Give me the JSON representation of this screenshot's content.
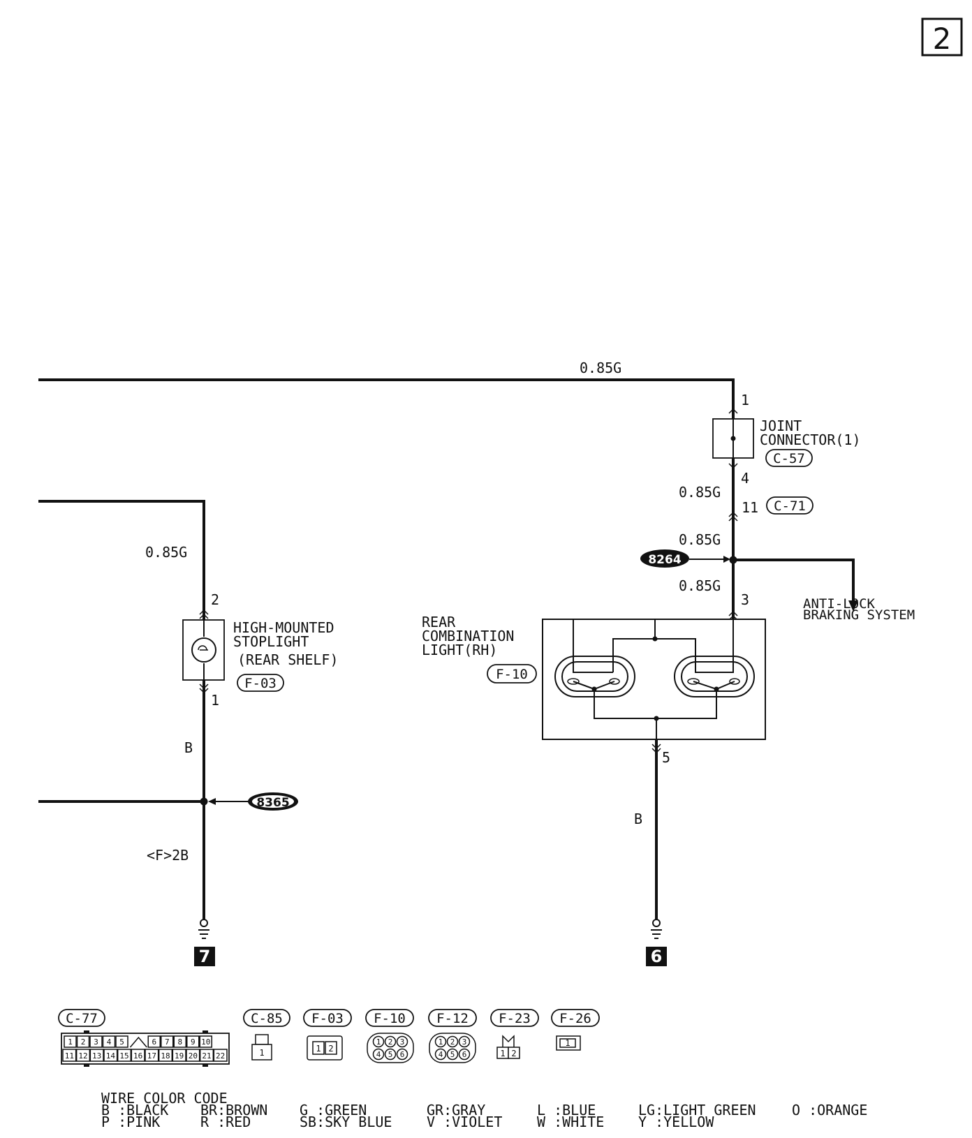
{
  "page_number": "2",
  "wires": {
    "top_main": "0.85G",
    "joint_out": "0.85G",
    "c71_out": "0.85G",
    "to_combination": "0.85G",
    "stoplight_feed": "0.85G",
    "stoplight_ground": "B",
    "ground_7_wire": "<F>2B",
    "combination_ground": "B"
  },
  "pins": {
    "joint_in": "1",
    "joint_out": "4",
    "c71": "11",
    "combination_in": "3",
    "combination_out": "5",
    "stoplight_in": "2",
    "stoplight_out": "1"
  },
  "components": {
    "joint_connector": {
      "line1": "JOINT",
      "line2": "CONNECTOR(1)",
      "code": "C-57"
    },
    "connector_c71": {
      "code": "C-71"
    },
    "stoplight": {
      "line1": "HIGH-MOUNTED",
      "line2": "STOPLIGHT",
      "line3": "(REAR SHELF)",
      "code": "F-03"
    },
    "combination_light": {
      "line1": "REAR",
      "line2": "COMBINATION",
      "line3": "LIGHT(RH)",
      "code": "F-10"
    },
    "abs": {
      "line1": "ANTI-LOCK",
      "line2": "BRAKING SYSTEM"
    }
  },
  "splices": {
    "upper": "8264",
    "lower": "8365"
  },
  "grounds": {
    "left": "7",
    "right": "6"
  },
  "connector_views": [
    {
      "code": "C-77",
      "pins_top": [
        "1",
        "2",
        "3",
        "4",
        "5",
        "6",
        "7",
        "8",
        "9",
        "10"
      ],
      "pins_bottom": [
        "11",
        "12",
        "13",
        "14",
        "15",
        "16",
        "17",
        "18",
        "19",
        "20",
        "21",
        "22"
      ]
    },
    {
      "code": "C-85",
      "pins": [
        "1"
      ]
    },
    {
      "code": "F-03",
      "pins": [
        "1",
        "2"
      ]
    },
    {
      "code": "F-10",
      "pins": [
        "1",
        "2",
        "3",
        "4",
        "5",
        "6"
      ]
    },
    {
      "code": "F-12",
      "pins": [
        "1",
        "2",
        "3",
        "4",
        "5",
        "6"
      ]
    },
    {
      "code": "F-23",
      "pins": [
        "1",
        "2"
      ]
    },
    {
      "code": "F-26",
      "pins": [
        "1"
      ]
    }
  ],
  "legend": {
    "title": "WIRE COLOR CODE",
    "row1": [
      "B :BLACK",
      "BR:BROWN",
      "G :GREEN",
      "GR:GRAY",
      "L :BLUE",
      "LG:LIGHT GREEN",
      "O :ORANGE"
    ],
    "row2": [
      "P :PINK",
      "R :RED",
      "SB:SKY BLUE",
      "V :VIOLET",
      "W :WHITE",
      "Y :YELLOW"
    ]
  }
}
